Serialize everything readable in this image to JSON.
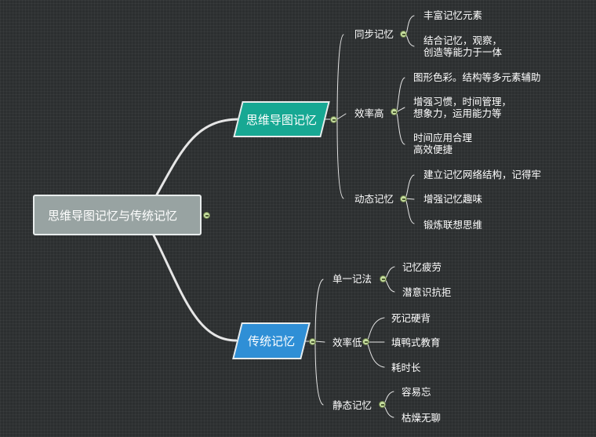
{
  "root": {
    "label": "思维导图记忆与传统记忆"
  },
  "branches": [
    {
      "label": "思维导图记忆",
      "color": "#17a893",
      "children": [
        {
          "label": "同步记忆",
          "children": [
            "丰富记忆元素",
            "结合记忆，观察，\n创造等能力于一体"
          ]
        },
        {
          "label": "效率高",
          "children": [
            "图形色彩。结构等多元素辅助",
            "增强习惯，时间管理，\n想象力，运用能力等",
            "时间应用合理\n高效便捷"
          ]
        },
        {
          "label": "动态记忆",
          "children": [
            "建立记忆网络结构，记得牢",
            "增强记忆趣味",
            "锻炼联想思维"
          ]
        }
      ]
    },
    {
      "label": "传统记忆",
      "color": "#2f8fd6",
      "children": [
        {
          "label": "单一记法",
          "children": [
            "记忆疲劳",
            "潜意识抗拒"
          ]
        },
        {
          "label": "效率低",
          "children": [
            "死记硬背",
            "填鸭式教育",
            "耗时长"
          ]
        },
        {
          "label": "静态记忆",
          "children": [
            "容易忘",
            "枯燥无聊"
          ]
        }
      ]
    }
  ],
  "colors": {
    "background": "#2c2f30",
    "line": "#e6e6e6",
    "root_fill": "#98a3a2",
    "toggle": "#c6dea0"
  }
}
